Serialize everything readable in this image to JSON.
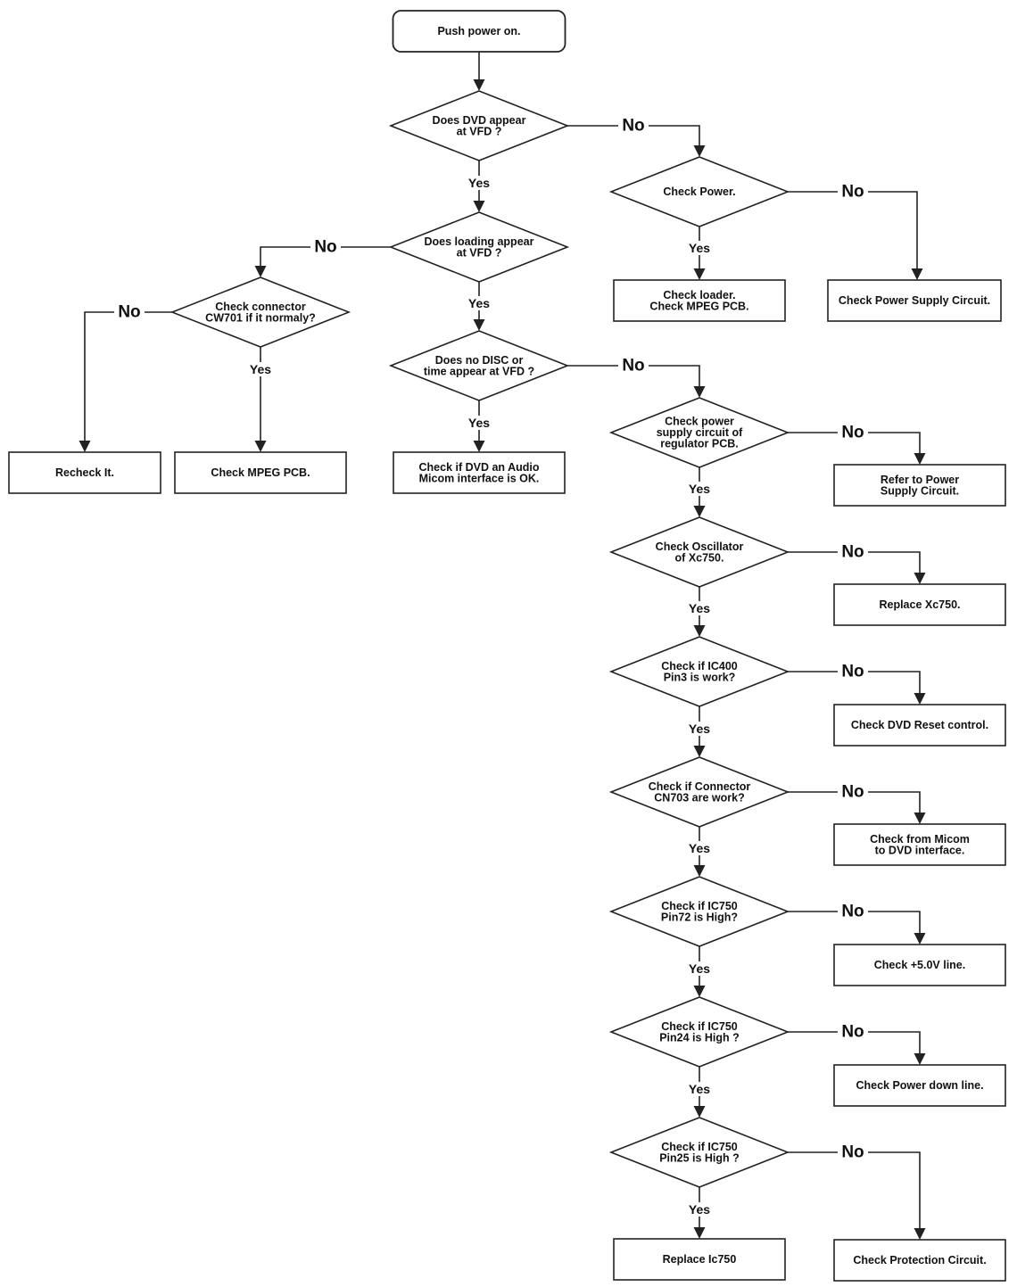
{
  "labels": {
    "yes": "Yes",
    "no": "No"
  },
  "nodes": {
    "start": [
      "Push power on."
    ],
    "q_dvd_vfd": [
      "Does DVD appear",
      "at VFD ?"
    ],
    "q_check_power": [
      "Check Power."
    ],
    "q_loading_vfd": [
      "Does loading appear",
      "at VFD ?"
    ],
    "q_connector_cw701": [
      "Check connector",
      "CW701 if it normaly?"
    ],
    "q_no_disc": [
      "Does no DISC or",
      "time appear at VFD ?"
    ],
    "q_power_supply_regulator": [
      "Check power",
      "supply circuit of",
      "regulator PCB."
    ],
    "q_oscillator": [
      "Check Oscillator",
      "of Xc750."
    ],
    "q_ic400": [
      "Check if IC400",
      "Pin3 is work?"
    ],
    "q_cn703": [
      "Check if Connector",
      "CN703 are work?"
    ],
    "q_ic750_pin72": [
      "Check if IC750",
      "Pin72 is High?"
    ],
    "q_ic750_pin24": [
      "Check if IC750",
      "Pin24 is High ?"
    ],
    "q_ic750_pin25": [
      "Check if IC750",
      "Pin25 is High ?"
    ],
    "r_check_loader": [
      "Check loader.",
      "Check MPEG PCB."
    ],
    "r_power_supply_circuit": [
      "Check Power Supply Circuit."
    ],
    "r_recheck": [
      "Recheck It."
    ],
    "r_check_mpeg": [
      "Check MPEG PCB."
    ],
    "r_dvd_audio_micom": [
      "Check if DVD an Audio",
      "Micom interface is OK."
    ],
    "r_refer_power": [
      "Refer to Power",
      "Supply Circuit."
    ],
    "r_replace_xc750": [
      "Replace Xc750."
    ],
    "r_dvd_reset": [
      "Check DVD Reset control."
    ],
    "r_micom_dvd": [
      "Check from Micom",
      "to DVD interface."
    ],
    "r_5v_line": [
      "Check +5.0V line."
    ],
    "r_power_down": [
      "Check Power down line."
    ],
    "r_replace_ic750": [
      "Replace Ic750"
    ],
    "r_protection": [
      "Check Protection Circuit."
    ]
  }
}
